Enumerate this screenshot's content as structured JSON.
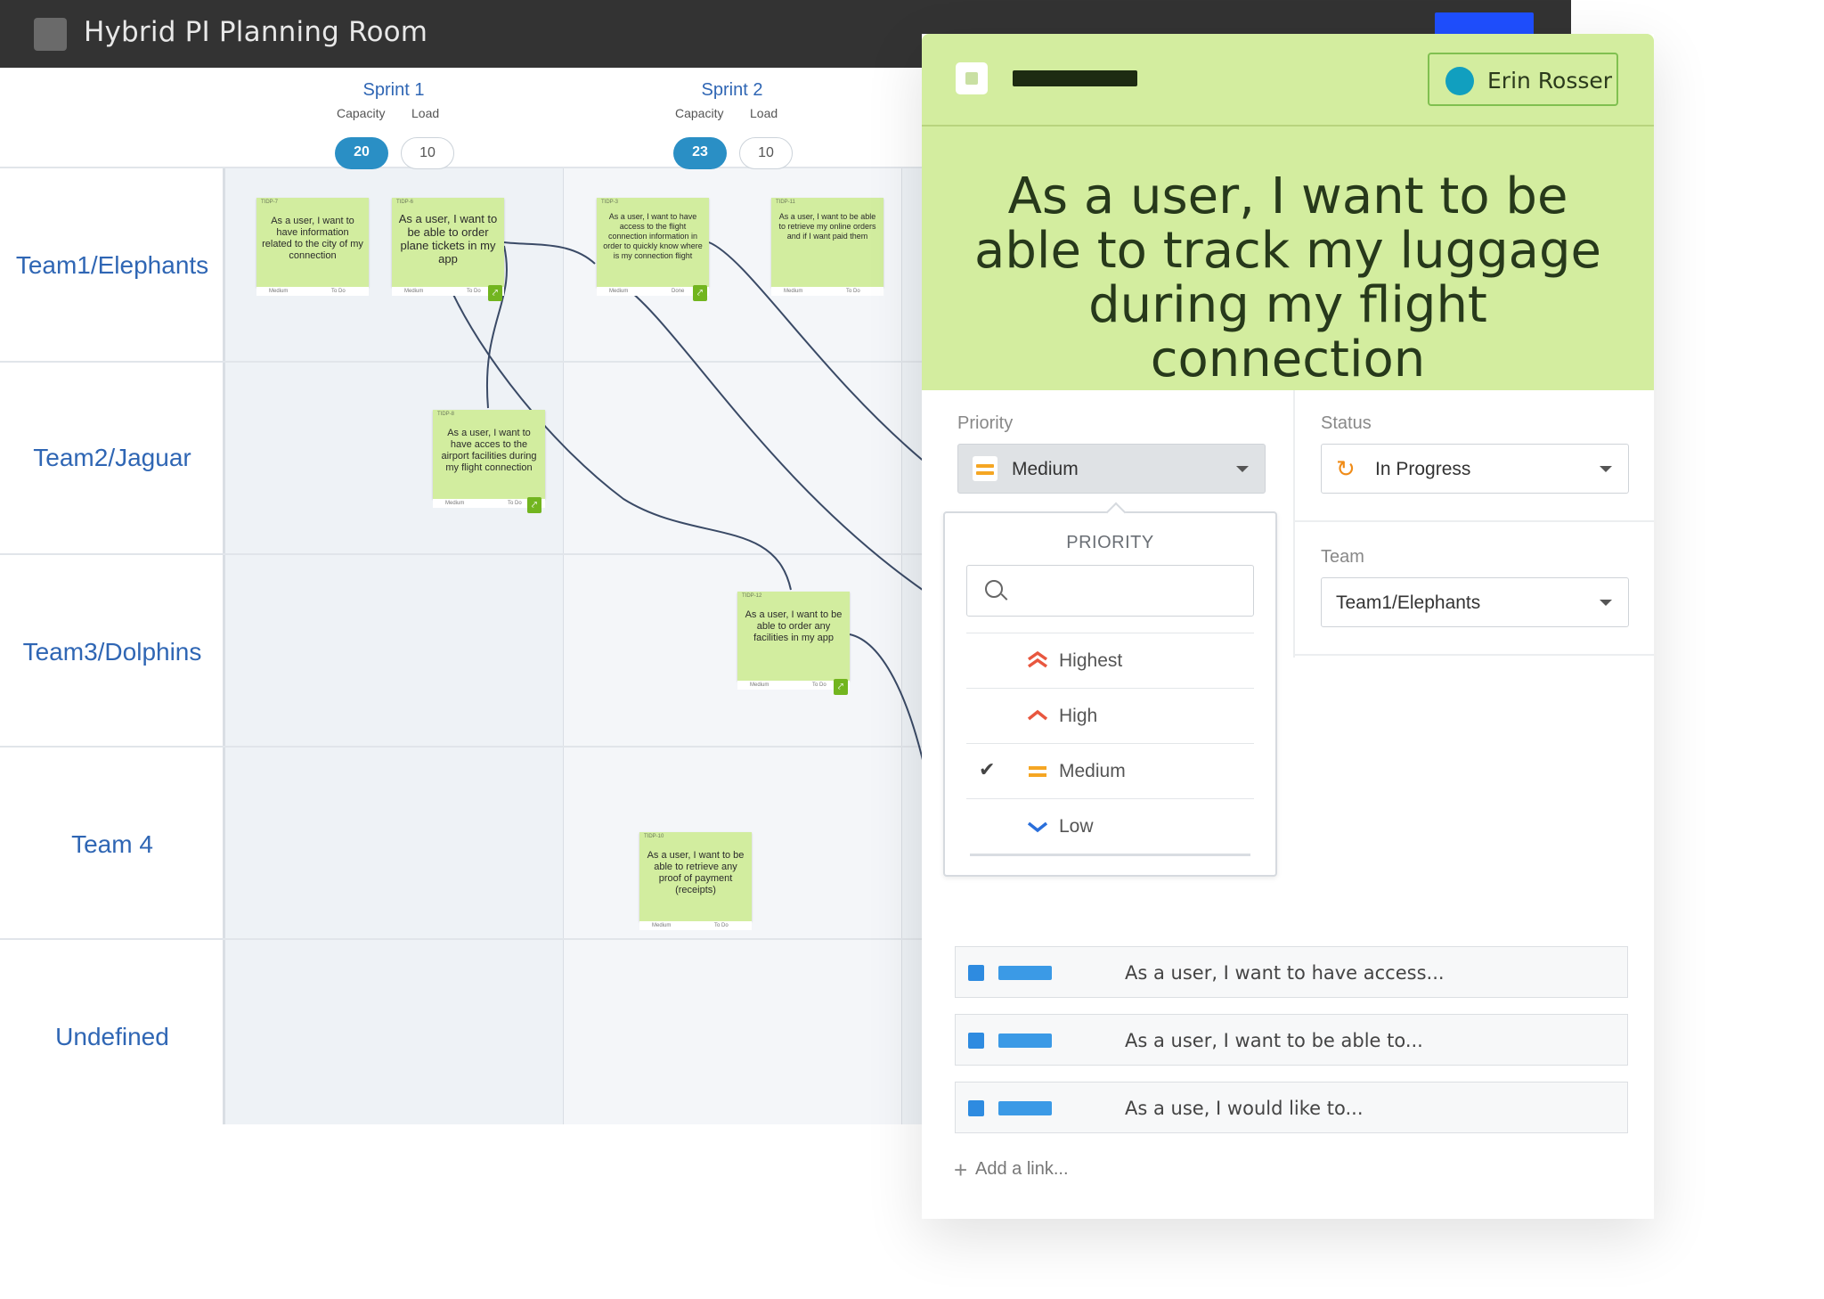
{
  "window": {
    "title": "Hybrid PI Planning Room"
  },
  "board": {
    "sprints": [
      {
        "name": "Sprint 1",
        "capacity_label": "Capacity",
        "load_label": "Load",
        "capacity": "20",
        "load": "10"
      },
      {
        "name": "Sprint 2",
        "capacity_label": "Capacity",
        "load_label": "Load",
        "capacity": "23",
        "load": "10"
      }
    ],
    "teams": [
      "Team1/Elephants",
      "Team2/Jaguar",
      "Team3/Dolphins",
      "Team 4",
      "Undefined"
    ],
    "cards": [
      {
        "id": "TIDP-7",
        "text": "As a user, I want to have information related to the city of my connection",
        "priority": "Medium",
        "status": "To Do"
      },
      {
        "id": "TIDP-6",
        "text": "As a user, I want to be able to order plane tickets in my app",
        "priority": "Medium",
        "status": "To Do"
      },
      {
        "id": "TIDP-3",
        "text": "As a user, I want to have access to the flight connection information in order to quickly know where is my connection flight",
        "priority": "Medium",
        "status": "Done"
      },
      {
        "id": "TIDP-11",
        "text": "As a user, I want to be able to retrieve my online orders and if I want paid them",
        "priority": "Medium",
        "status": "To Do"
      },
      {
        "id": "TIDP-8",
        "text": "As a user, I want to have acces to the airport facilities during my flight connection",
        "priority": "Medium",
        "status": "To Do"
      },
      {
        "id": "TIDP-12",
        "text": "As a user, I want to be able to order any facilities in my app",
        "priority": "Medium",
        "status": "To Do"
      },
      {
        "id": "TIDP-10",
        "text": "As a user, I want to be able to retrieve any proof of payment (receipts)",
        "priority": "Medium",
        "status": "To Do"
      }
    ]
  },
  "panel": {
    "assignee": "Erin Rosser",
    "title": "As a user, I want to be able to track my luggage during my flight connection",
    "priority_label": "Priority",
    "priority_value": "Medium",
    "status_label": "Status",
    "status_value": "In Progress",
    "team_label": "Team",
    "team_value": "Team1/Elephants",
    "dropdown": {
      "title": "PRIORITY",
      "search_placeholder": "",
      "options": [
        {
          "label": "Highest",
          "icon": "double-chevron-up-icon",
          "color": "#e8573f",
          "selected": false
        },
        {
          "label": "High",
          "icon": "chevron-up-icon",
          "color": "#e8573f",
          "selected": false
        },
        {
          "label": "Medium",
          "icon": "equals-icon",
          "color": "#f5a623",
          "selected": true
        },
        {
          "label": "Low",
          "icon": "chevron-down-icon",
          "color": "#2a6fdb",
          "selected": false
        }
      ]
    },
    "links": [
      {
        "text": "As a user, I want to have access..."
      },
      {
        "text": "As a user, I want to be able to..."
      },
      {
        "text": "As a use, I would like to..."
      }
    ],
    "add_link": "Add a link..."
  },
  "colors": {
    "card": "#d2ed9f",
    "panel_header": "#d3ed9f",
    "accent_blue": "#2a8fc5",
    "titlebar": "#333333"
  }
}
